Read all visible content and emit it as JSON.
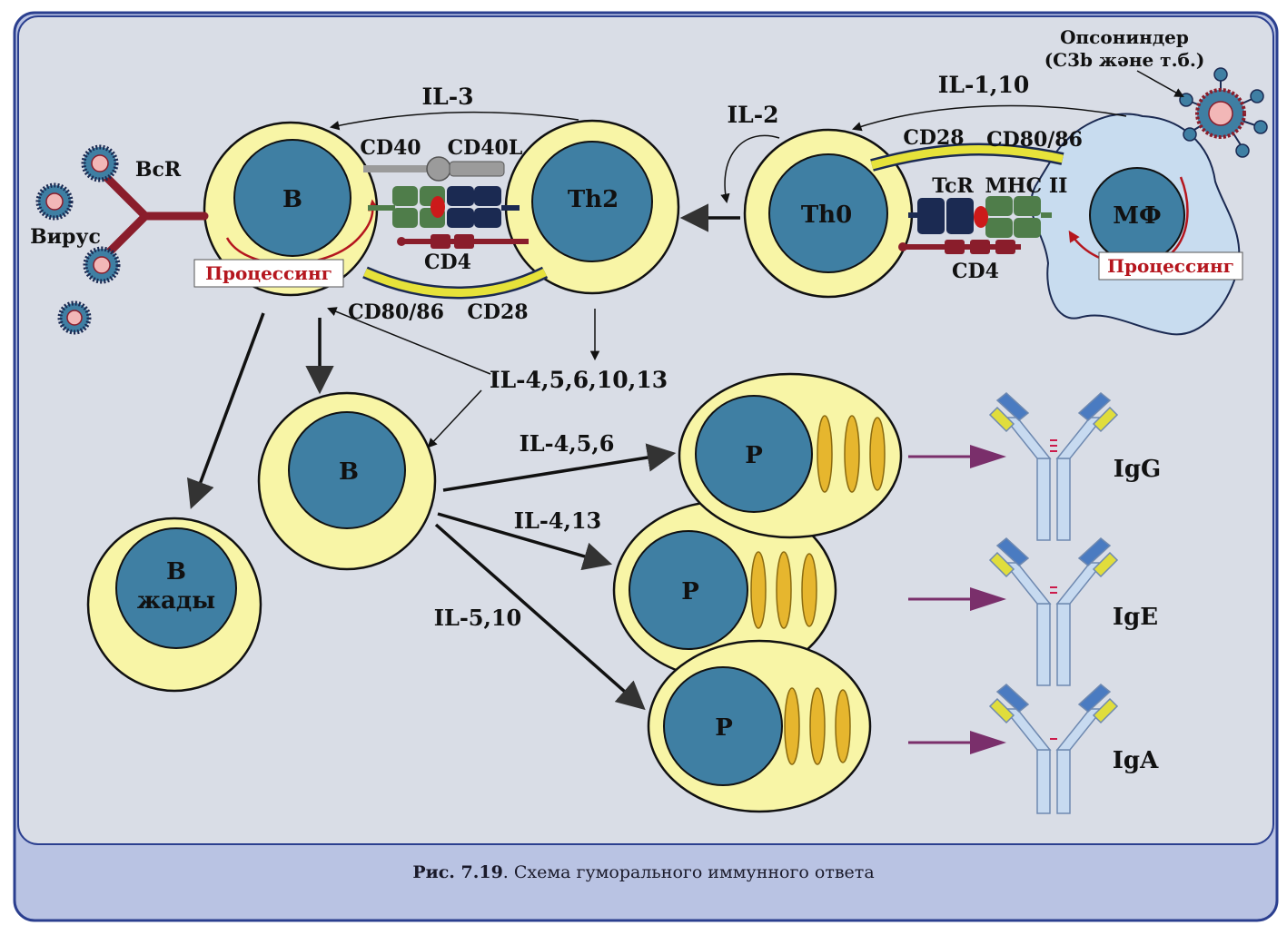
{
  "colors": {
    "panel": "#d9dde6",
    "frame": "#2b3f8f",
    "footer": "#b9c3e3",
    "cell": "#f8f5a6",
    "nucleus": "#3f7fa3",
    "macrophage": "#c8dcef",
    "green": "#4f7d4a",
    "navy": "#1b2a52",
    "maroon": "#8a1d2b",
    "gray": "#9b9b9b",
    "arrow_purple": "#7a2f6b",
    "processing": "#b5161e"
  },
  "labels": {
    "opsonins_line1": "Опсониндер",
    "opsonins_line2": "(C3b және т.б.)",
    "il_1_10": "IL-1,10",
    "il_3": "IL-3",
    "il_2": "IL-2",
    "cd40": "CD40",
    "cd40l": "CD40L",
    "cd28_top": "CD28",
    "cd80_86_top": "CD80/86",
    "tcr": "TcR",
    "mhc_ii": "MHC II",
    "bcr": "BcR",
    "virus": "Вирус",
    "processing_left": "Процессинг",
    "processing_right": "Процессинг",
    "cd4_left": "CD4",
    "cd4_right": "CD4",
    "cd80_86_bottom": "CD80/86",
    "cd28_bottom": "CD28",
    "il_4_5_6_10_13": "IL-4,5,6,10,13",
    "il_4_5_6": "IL-4,5,6",
    "il_4_13": "IL-4,13",
    "il_5_10": "IL-5,10"
  },
  "cells": {
    "b_top": "B",
    "th2": "Th2",
    "th0": "Th0",
    "macrophage": "МФ",
    "b_mid": "B",
    "b_memory_line1": "B",
    "b_memory_line2": "жады",
    "plasma_1": "P",
    "plasma_2": "P",
    "plasma_3": "P"
  },
  "antibodies": {
    "igg": "IgG",
    "ige": "IgE",
    "iga": "IgA"
  },
  "caption": {
    "figure": "Рис. 7.19",
    "text": ". Схема гуморального иммунного ответа"
  }
}
